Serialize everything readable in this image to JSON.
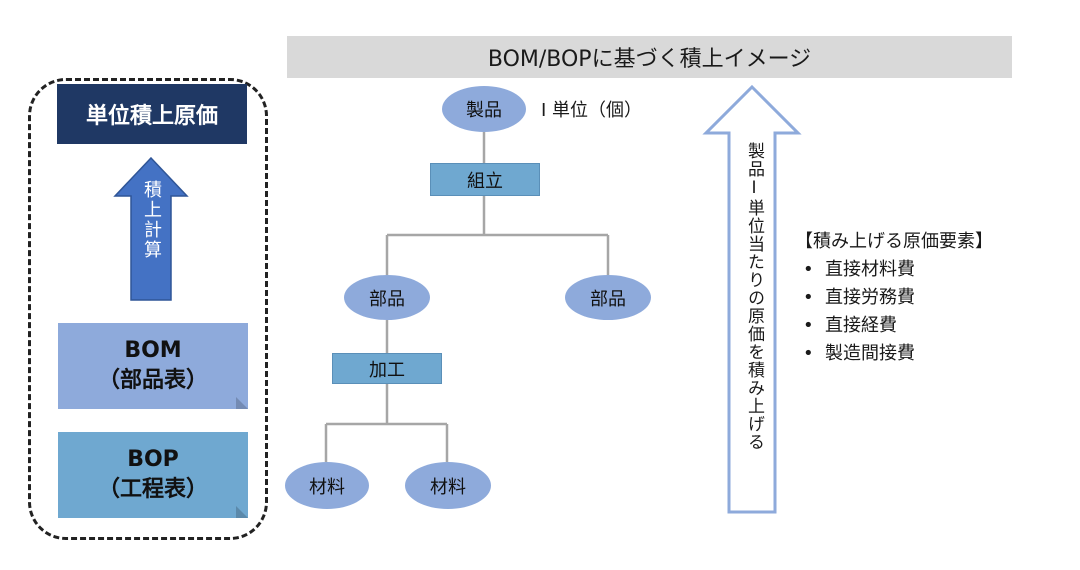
{
  "title": "BOM/BOPに基づく積上イメージ",
  "left_panel": {
    "unit_cost": "単位積上原価",
    "arrow_label": "積上計算",
    "bom_line1": "BOM",
    "bom_line2": "（部品表）",
    "bop_line1": "BOP",
    "bop_line2": "（工程表）"
  },
  "tree": {
    "product": "製品",
    "unit_note": "I 単位（個）",
    "assembly": "組立",
    "part_left": "部品",
    "part_right": "部品",
    "processing": "加工",
    "material_left": "材料",
    "material_right": "材料"
  },
  "big_arrow_label": "製品I単位当たりの原価を積み上げる",
  "cost_elements": {
    "heading": "【積み上げる原価要素】",
    "bullet": "•",
    "items": [
      "直接材料費",
      "直接労務費",
      "直接経費",
      "製造間接費"
    ]
  },
  "colors": {
    "dark_navy": "#1f3864",
    "light_blue": "#8eaadb",
    "mid_blue": "#6fa8d0",
    "arrow_blue": "#4472c4",
    "title_gray": "#d9d9d9"
  }
}
